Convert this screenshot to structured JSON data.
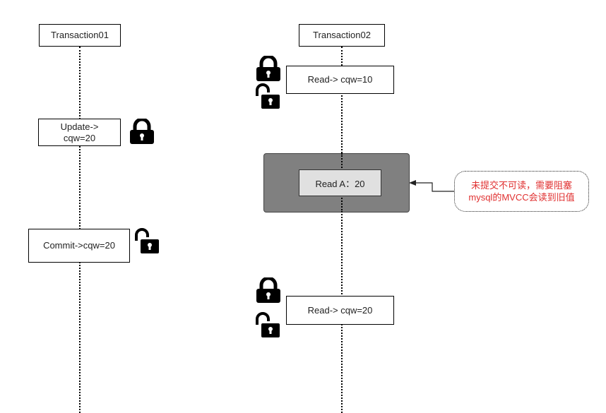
{
  "participants": {
    "t1": "Transaction01",
    "t2": "Transaction02"
  },
  "steps": {
    "t2_read1": "Read-> cqw=10",
    "t1_update_line1": "Update->",
    "t1_update_line2": "cqw=20",
    "t2_readA": "Read A：20",
    "t1_commit": "Commit->cqw=20",
    "t2_read2": "Read-> cqw=20"
  },
  "note": {
    "line1": "未提交不可读，需要阻塞",
    "line2": "mysql的MVCC会读到旧值"
  },
  "icons": {
    "locked": "lock-closed-icon",
    "unlocked": "lock-open-icon"
  },
  "colors": {
    "note_text": "#e03030",
    "blocked_region": "#808080",
    "inner_box": "#e0e0e0"
  }
}
